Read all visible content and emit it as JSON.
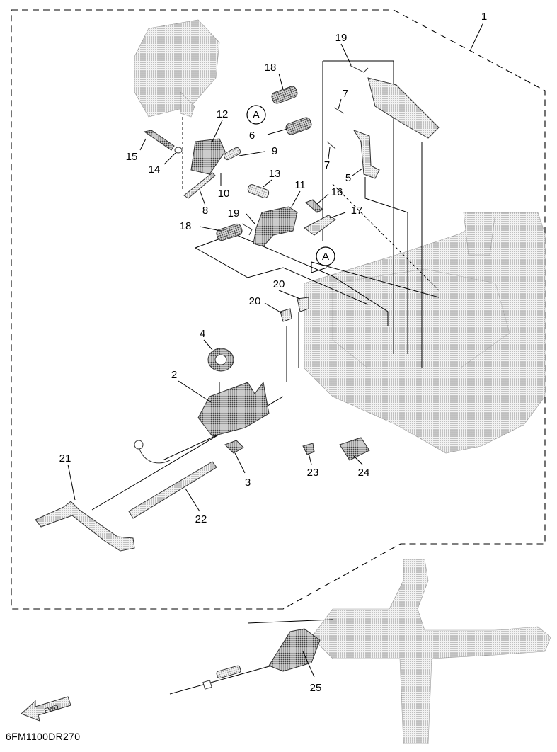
{
  "diagram": {
    "code": "6FM1100DR270",
    "reference_letter": "A",
    "fwd_label": "FWD",
    "callouts": {
      "c1": "1",
      "c2": "2",
      "c3": "3",
      "c4": "4",
      "c5": "5",
      "c6": "6",
      "c7a": "7",
      "c7b": "7",
      "c8": "8",
      "c9": "9",
      "c10": "10",
      "c11": "11",
      "c12": "12",
      "c13": "13",
      "c14": "14",
      "c15": "15",
      "c16": "16",
      "c17": "17",
      "c18a": "18",
      "c18b": "18",
      "c19a": "19",
      "c19b": "19",
      "c20a": "20",
      "c20b": "20",
      "c21": "21",
      "c22": "22",
      "c23": "23",
      "c24": "24",
      "c25": "25"
    }
  }
}
